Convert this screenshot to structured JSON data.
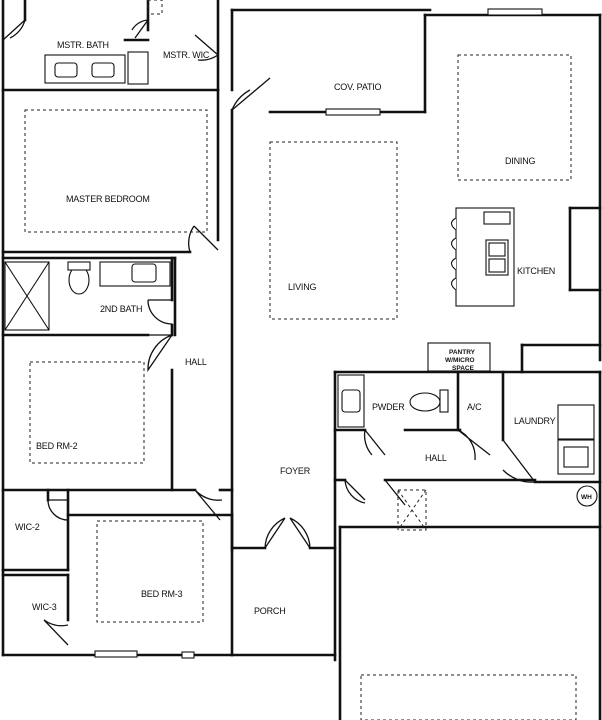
{
  "rooms": {
    "master_bath": "MSTR. BATH",
    "master_wic": "MSTR. WIC",
    "covered_patio": "COV. PATIO",
    "dining": "DINING",
    "master_bedroom": "MASTER BEDROOM",
    "living": "LIVING",
    "kitchen": "KITCHEN",
    "second_bath": "2ND BATH",
    "hall_main": "HALL",
    "pantry_line1": "PANTRY",
    "pantry_line2": "W/MICRO",
    "pantry_line3": "SPACE",
    "powder": "PWDER",
    "ac": "A/C",
    "laundry": "LAUNDRY",
    "bed_rm_2": "BED RM-2",
    "hall_lower": "HALL",
    "foyer": "FOYER",
    "water_heater": "WH",
    "wic_2": "WIC-2",
    "bed_rm_3": "BED RM-3",
    "porch": "PORCH",
    "wic_3": "WIC-3"
  }
}
